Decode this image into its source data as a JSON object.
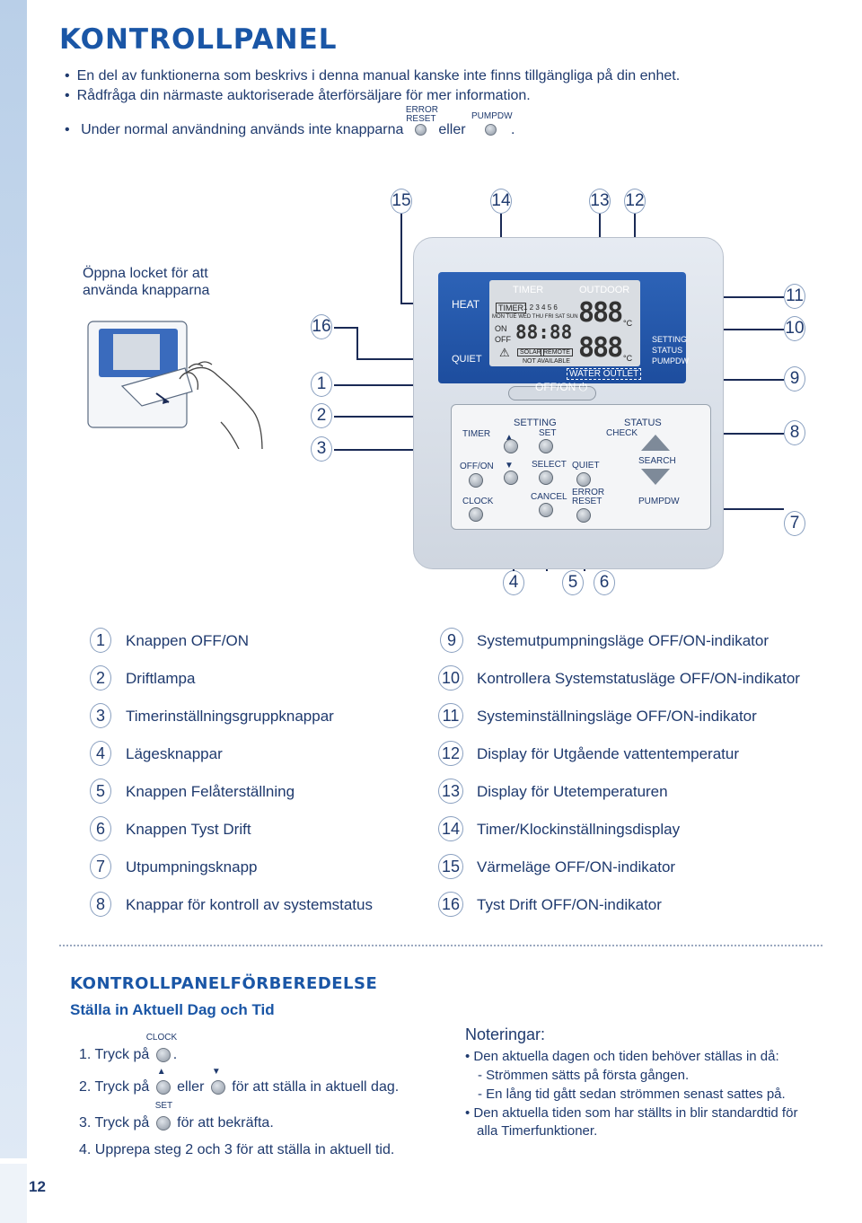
{
  "title": "KONTROLLPANEL",
  "bullets": [
    "En del av funktionerna som beskrivs i denna manual kanske inte finns tillgängliga på din enhet.",
    "Rådfråga din närmaste auktoriserade återförsäljare för mer information."
  ],
  "bullet3": {
    "pre": "Under normal användning används inte knapparna",
    "mid": "eller",
    "post": ".",
    "btn1_label_a": "ERROR",
    "btn1_label_b": "RESET",
    "btn2_label": "PUMPDW"
  },
  "open_cover": [
    "Öppna locket för att",
    "använda knapparna"
  ],
  "callouts": [
    "15",
    "14",
    "13",
    "12",
    "16",
    "1",
    "2",
    "3",
    "11",
    "10",
    "9",
    "8",
    "7",
    "4",
    "5",
    "6"
  ],
  "lcd": {
    "heat": "HEAT",
    "quiet": "QUIET",
    "timer": "TIMER",
    "outdoor": "OUTDOOR",
    "timer_small": "TIMER",
    "timer_nums": "1 2 3 4 5 6",
    "days": "MON TUE WED THU FRI SAT SUN",
    "on": "ON",
    "off": "OFF",
    "clock_digits": "88:88",
    "solar": "SOLAR",
    "remote": "REMOTE",
    "not_available": "NOT AVAILABLE",
    "big_digits_1": "888",
    "big_digits_2": "888",
    "deg": "°C",
    "setting": "SETTING",
    "status": "STATUS",
    "pumpdw": "PUMPDW",
    "water_outlet": "WATER OUTLET",
    "offon": "OFF/ON"
  },
  "buttons": {
    "timer": "TIMER",
    "offon": "OFF/ON",
    "clock": "CLOCK",
    "setting": "SETTING",
    "set": "SET",
    "select": "SELECT",
    "cancel": "CANCEL",
    "quiet": "QUIET",
    "error": "ERROR",
    "reset": "RESET",
    "status": "STATUS",
    "check": "CHECK",
    "search": "SEARCH",
    "pumpdw": "PUMPDW"
  },
  "legend_left": [
    {
      "n": "1",
      "text": "Knappen OFF/ON"
    },
    {
      "n": "2",
      "text": "Driftlampa"
    },
    {
      "n": "3",
      "text": "Timerinställningsgruppknappar"
    },
    {
      "n": "4",
      "text": "Lägesknappar"
    },
    {
      "n": "5",
      "text": "Knappen Felåterställning"
    },
    {
      "n": "6",
      "text": "Knappen Tyst Drift"
    },
    {
      "n": "7",
      "text": "Utpumpningsknapp"
    },
    {
      "n": "8",
      "text": "Knappar för kontroll av systemstatus"
    }
  ],
  "legend_right": [
    {
      "n": "9",
      "text": "Systemutpumpningsläge OFF/ON-indikator"
    },
    {
      "n": "10",
      "text": "Kontrollera Systemstatusläge OFF/ON-indikator"
    },
    {
      "n": "11",
      "text": "Systeminställningsläge OFF/ON-indikator"
    },
    {
      "n": "12",
      "text": "Display för Utgående vattentemperatur"
    },
    {
      "n": "13",
      "text": "Display för Utetemperaturen"
    },
    {
      "n": "14",
      "text": "Timer/Klockinställningsdisplay"
    },
    {
      "n": "15",
      "text": "Värmeläge OFF/ON-indikator"
    },
    {
      "n": "16",
      "text": "Tyst Drift OFF/ON-indikator"
    }
  ],
  "section2_title": "KONTROLLPANELFÖRBEREDELSE",
  "section2_sub": "Ställa in Aktuell Dag och Tid",
  "steps": {
    "s1": "1. Tryck på",
    "s1_post": ".",
    "s1_label": "CLOCK",
    "s2": "2. Tryck på",
    "s2_mid": "eller",
    "s2_post": "för att ställa in aktuell dag.",
    "s3": "3. Tryck på",
    "s3_post": "för att bekräfta.",
    "s3_label": "SET",
    "s4": "4. Upprepa steg 2 och 3 för att ställa in aktuell tid."
  },
  "notes": {
    "title": "Noteringar:",
    "b1": "Den aktuella dagen och tiden behöver ställas in då:",
    "d1": "-  Strömmen sätts på första gången.",
    "d2": "-  En lång tid gått sedan strömmen senast sattes på.",
    "b2a": "Den aktuella tiden som har ställts in blir standardtid för",
    "b2b": "alla Timerfunktioner."
  },
  "page_number": "12"
}
